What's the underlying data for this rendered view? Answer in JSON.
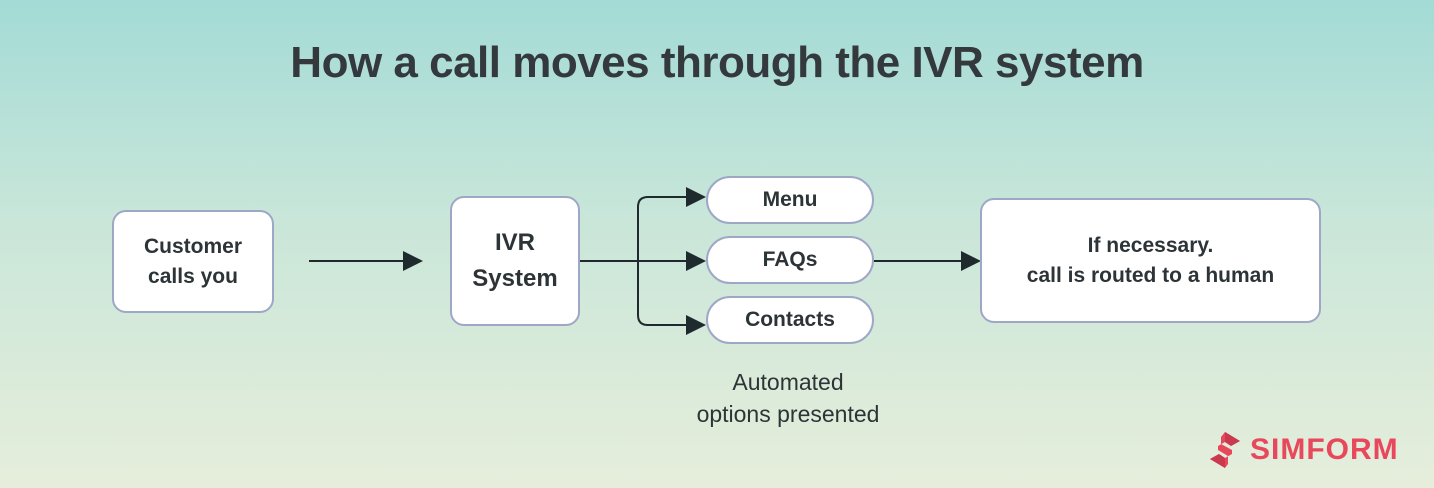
{
  "title": "How a call moves through the IVR system",
  "nodes": {
    "customer": "Customer\ncalls you",
    "ivr": "IVR\nSystem",
    "human": "If necessary.\ncall is routed to a human"
  },
  "options": [
    "Menu",
    "FAQs",
    "Contacts"
  ],
  "caption": "Automated\noptions presented",
  "logo": {
    "text": "SIMFORM",
    "color": "#e8485c"
  },
  "colors": {
    "box_border": "#9ea7c6",
    "arrow": "#1f2a2e",
    "title": "#33393d"
  }
}
